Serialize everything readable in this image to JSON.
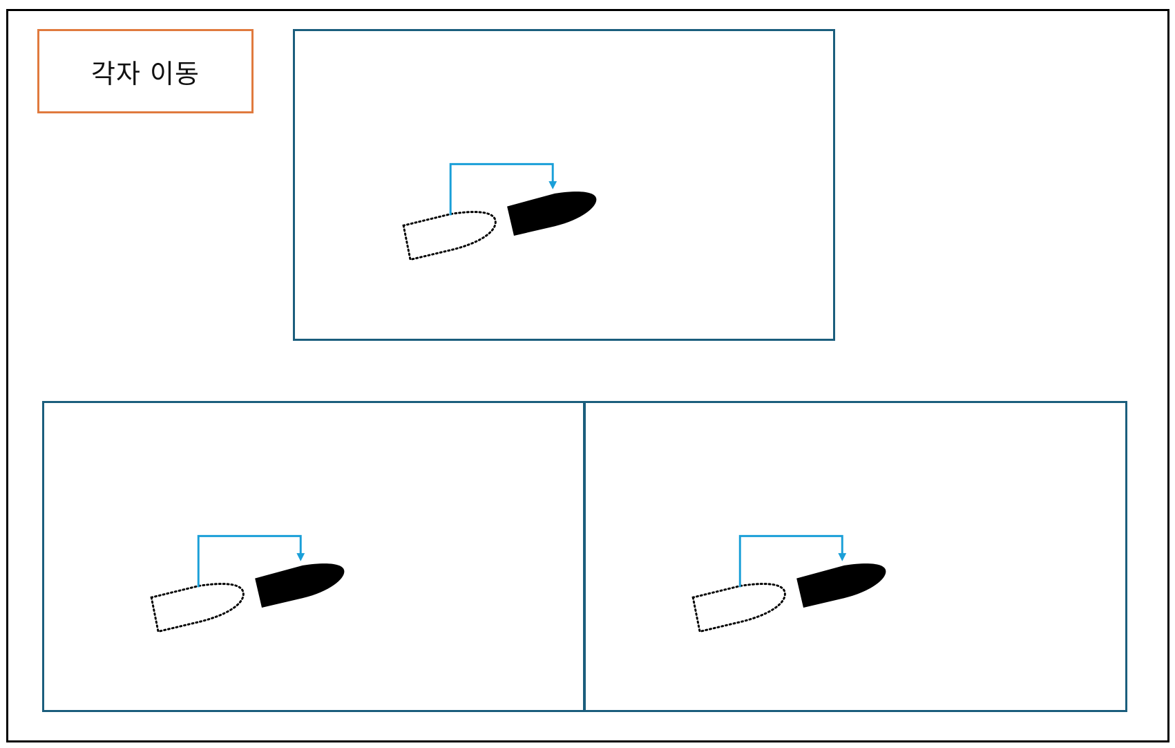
{
  "title": {
    "label": "각자 이동"
  },
  "colors": {
    "frame": "#000000",
    "title_border": "#e07a3e",
    "panel_border": "#1b5e7d",
    "arrow": "#1a9fd8",
    "ship_fill": "#000000",
    "ship_ghost_outline": "#000000"
  },
  "panels": [
    {
      "id": "top",
      "icons": [
        "ship-start-outline-icon",
        "ship-end-filled-icon",
        "move-arrow-icon"
      ]
    },
    {
      "id": "bottom-left",
      "icons": [
        "ship-start-outline-icon",
        "ship-end-filled-icon",
        "move-arrow-icon"
      ]
    },
    {
      "id": "bottom-right",
      "icons": [
        "ship-start-outline-icon",
        "ship-end-filled-icon",
        "move-arrow-icon"
      ]
    }
  ]
}
